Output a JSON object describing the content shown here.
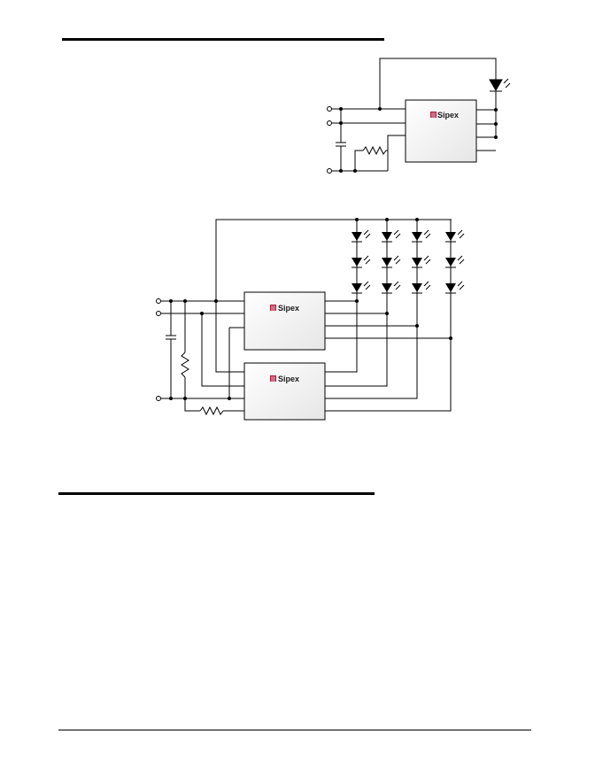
{
  "page": {
    "background": "#ffffff",
    "ink_color": "#000000",
    "chip_fill": "#f2f2f2",
    "brand_color": "#b0173a"
  },
  "figure_1": {
    "chip": {
      "logo_text": "Sipex"
    },
    "led_count": 1
  },
  "figure_2": {
    "chips": [
      {
        "logo_text": "Sipex"
      },
      {
        "logo_text": "Sipex"
      }
    ],
    "led_columns": 4,
    "led_rows": 3
  }
}
